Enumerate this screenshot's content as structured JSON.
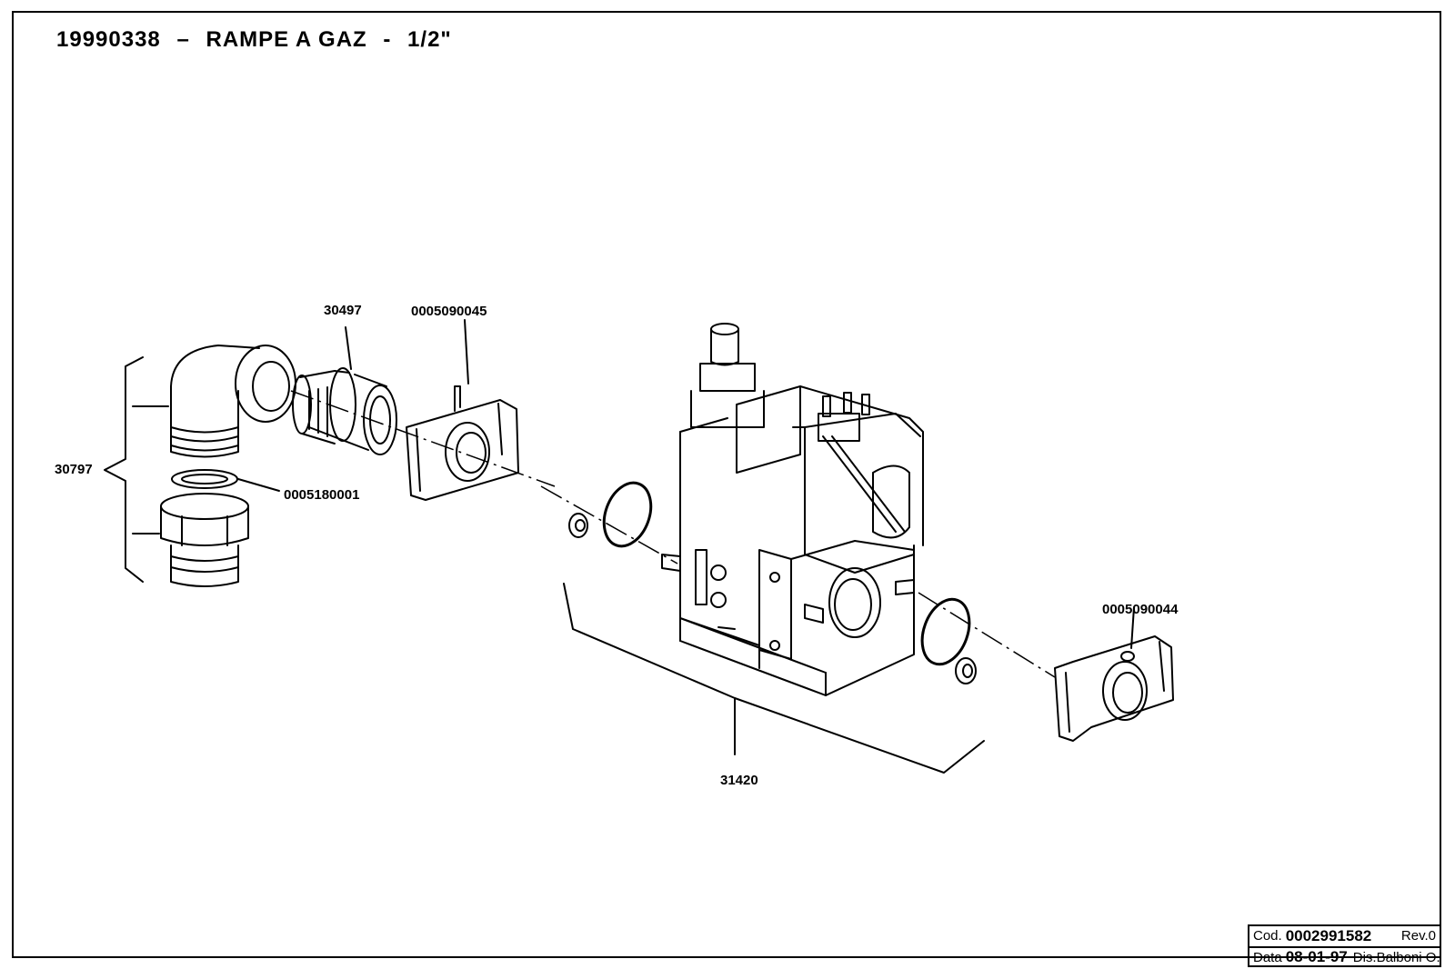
{
  "header": {
    "code": "19990338",
    "sep1": "–",
    "name": "RAMPE A GAZ",
    "sep2": "-",
    "size": "1/2\""
  },
  "labels": {
    "elbow_nipple": "30497",
    "left_flange": "0005090045",
    "gasket": "0005180001",
    "union_group": "30797",
    "gas_valve": "31420",
    "right_flange": "0005090044"
  },
  "title_block": {
    "cod_label": "Cod.",
    "cod_value": "0002991582",
    "rev": "Rev.0",
    "data_label": "Data",
    "data_value": "08-01-97",
    "dis": "Dis.Balboni O."
  }
}
